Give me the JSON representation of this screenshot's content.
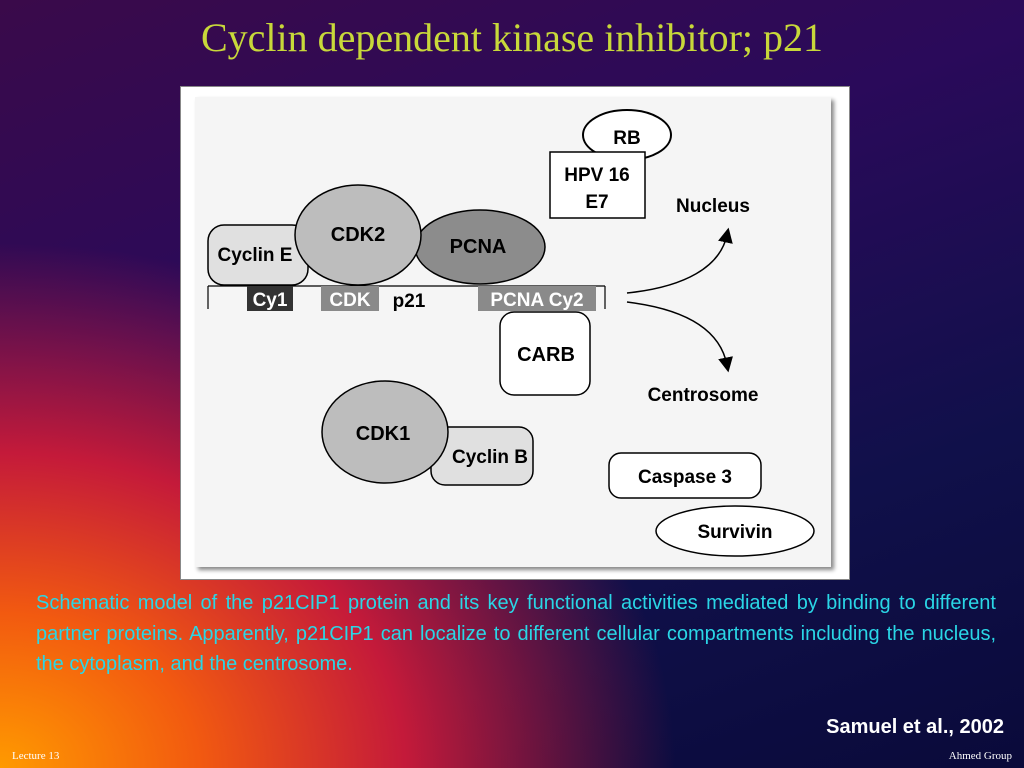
{
  "slide": {
    "title": "Cyclin dependent kinase inhibitor; p21",
    "caption": "Schematic model of the p21CIP1 protein and its key functional activities mediated by binding to different partner proteins. Apparently, p21CIP1 can localize to different cellular compartments including the nucleus, the cytoplasm, and the centrosome.",
    "citation": "Samuel et al., 2002",
    "footer_left": "Lecture 13",
    "footer_right": "Ahmed Group"
  },
  "diagram": {
    "rb": "RB",
    "hpv_line1": "HPV 16",
    "hpv_line2": "E7",
    "nucleus": "Nucleus",
    "cdk2": "CDK2",
    "cyclin_e": "Cyclin E",
    "pcna": "PCNA",
    "domain_cy1": "Cy1",
    "domain_cdk": "CDK",
    "domain_p21": "p21",
    "domain_pcna_cy2": "PCNA Cy2",
    "carb": "CARB",
    "centrosome": "Centrosome",
    "cdk1": "CDK1",
    "cyclin_b": "Cyclin B",
    "caspase3": "Caspase 3",
    "survivin": "Survivin"
  }
}
